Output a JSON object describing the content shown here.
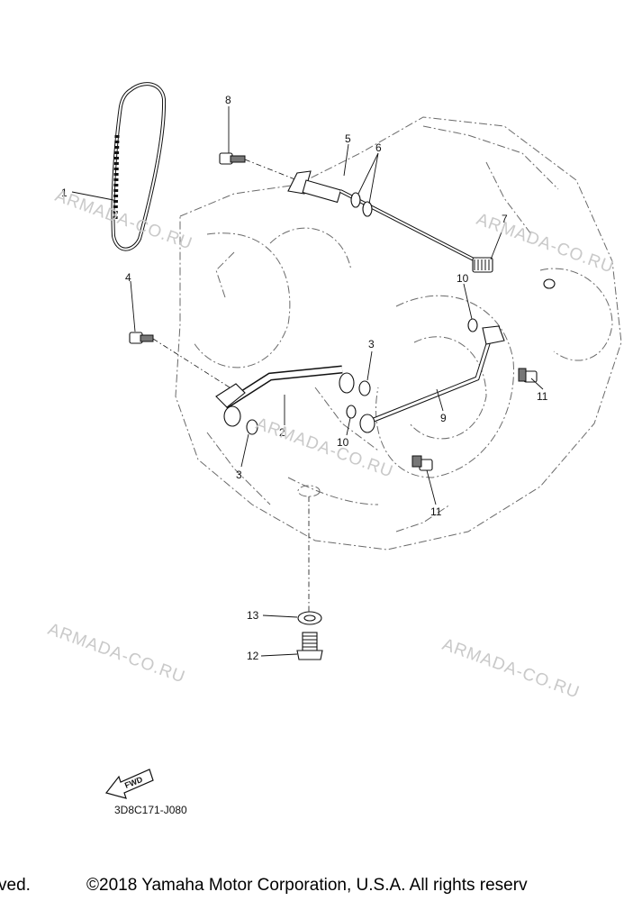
{
  "callouts": [
    "1",
    "2",
    "3",
    "3",
    "4",
    "5",
    "6",
    "7",
    "8",
    "9",
    "10",
    "10",
    "11",
    "11",
    "12",
    "13"
  ],
  "watermark": "ARMADA-CO.RU",
  "fwd_label": "FWD",
  "diagram_code": "3D8C171-J080",
  "footer": {
    "left_fragment": "ved.",
    "copyright": "©2018 Yamaha Motor Corporation, U.S.A. All rights reserv"
  }
}
